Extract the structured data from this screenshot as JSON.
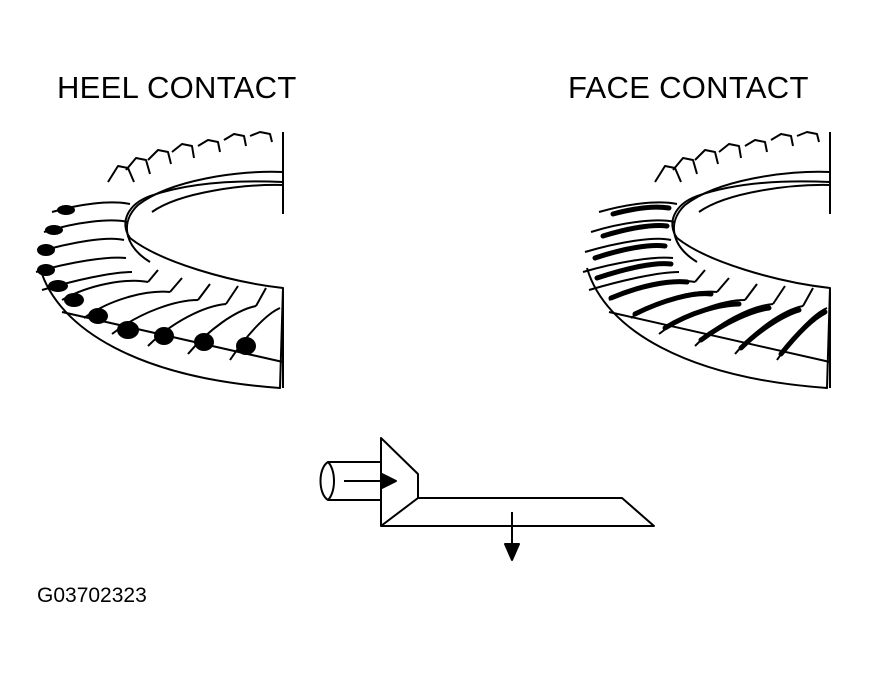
{
  "labels": {
    "heel": "HEEL CONTACT",
    "face": "FACE CONTACT",
    "figure_id": "G03702323"
  },
  "colors": {
    "ink": "#000000",
    "paper": "#ffffff"
  }
}
